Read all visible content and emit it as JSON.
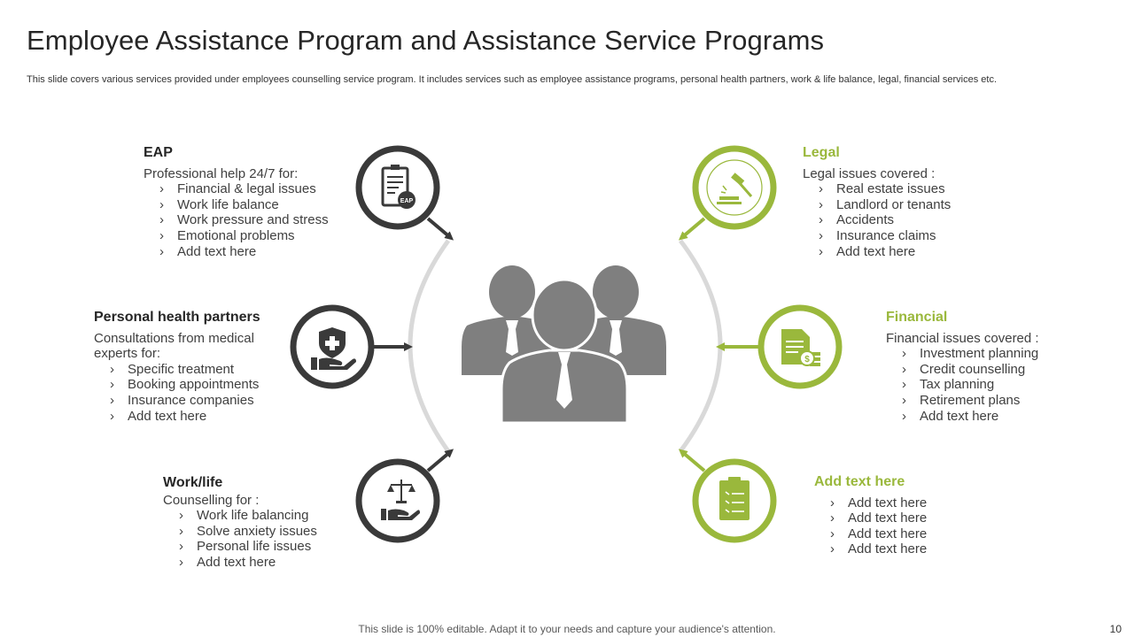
{
  "title": "Employee Assistance Program and Assistance Service Programs",
  "subtitle": "This slide covers various services provided under employees counselling service program. It includes services such as employee assistance programs, personal health partners, work & life balance, legal, financial services etc.",
  "colors": {
    "dark": "#3a3a3a",
    "green": "#9ab83c",
    "people": "#7f7f7f",
    "arc": "#d9d9d9"
  },
  "left": [
    {
      "heading": "EAP",
      "intro": "Professional help 24/7 for:",
      "icon": "clipboard-eap-icon",
      "icon_label": "EAP",
      "items": [
        "Financial & legal issues",
        "Work life balance",
        "Work pressure and stress",
        "Emotional problems",
        "Add text here"
      ]
    },
    {
      "heading": "Personal health partners",
      "intro": "Consultations from medical experts for:",
      "icon": "shield-hand-icon",
      "items": [
        "Specific treatment",
        "Booking appointments",
        "Insurance companies",
        "Add text here"
      ]
    },
    {
      "heading": "Work/life",
      "intro": "Counselling for :",
      "icon": "scales-hand-icon",
      "items": [
        "Work life balancing",
        "Solve anxiety issues",
        "Personal life issues",
        "Add text here"
      ]
    }
  ],
  "right": [
    {
      "heading": "Legal",
      "intro": "Legal issues covered :",
      "icon": "gavel-icon",
      "items": [
        "Real estate issues",
        "Landlord or tenants",
        "Accidents",
        "Insurance claims",
        "Add text here"
      ]
    },
    {
      "heading": "Financial",
      "intro": "Financial issues covered :",
      "icon": "document-dollar-icon",
      "items": [
        "Investment planning",
        "Credit counselling",
        "Tax planning",
        "Retirement plans",
        "Add text here"
      ]
    },
    {
      "heading": "Add text here",
      "intro": "",
      "icon": "checklist-icon",
      "items": [
        "Add text here",
        "Add text here",
        "Add text here",
        "Add text here"
      ]
    }
  ],
  "center_icon": "people-group-icon",
  "footer": "This slide is 100% editable. Adapt it to your needs and capture your audience's attention.",
  "page_number": "10"
}
